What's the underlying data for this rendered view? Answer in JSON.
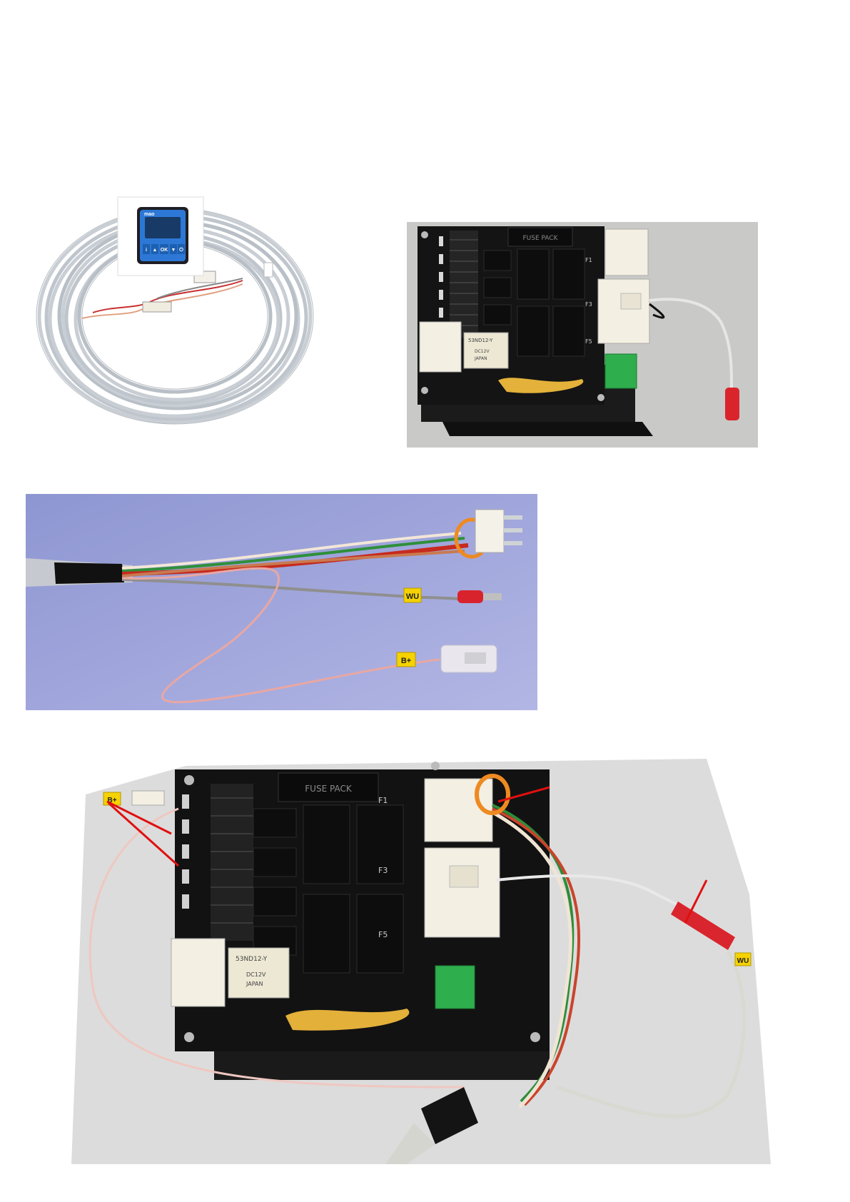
{
  "photo1": {
    "controller_brand": "mao",
    "controller_buttons": [
      "i",
      "▲",
      "OK",
      "▼",
      "⏻"
    ]
  },
  "photo2": {
    "relay_label": "53ND12-Y",
    "relay_sub": "DC12V",
    "relay_origin": "JAPAN",
    "fuse_label": "FUSE PACK",
    "fuse_ids": [
      "F1",
      "F3",
      "F5"
    ]
  },
  "photo3": {
    "tag_wu": "WU",
    "tag_bplus": "B+"
  },
  "photo4": {
    "relay_label": "53ND12-Y",
    "relay_sub": "DC12V",
    "relay_origin": "JAPAN",
    "fuse_label": "FUSE PACK",
    "fuse_ids": [
      "F1",
      "F3",
      "F5"
    ],
    "tag_bplus": "B+",
    "tag_wu": "WU"
  },
  "colors": {
    "annotation": "#e01010",
    "cable_gray": "#c9ced3",
    "pcb_black": "#141414",
    "connector_white": "#f2efe4",
    "tag_yellow": "#f5d200",
    "backdrop_lavender": "#9aa0d6"
  }
}
